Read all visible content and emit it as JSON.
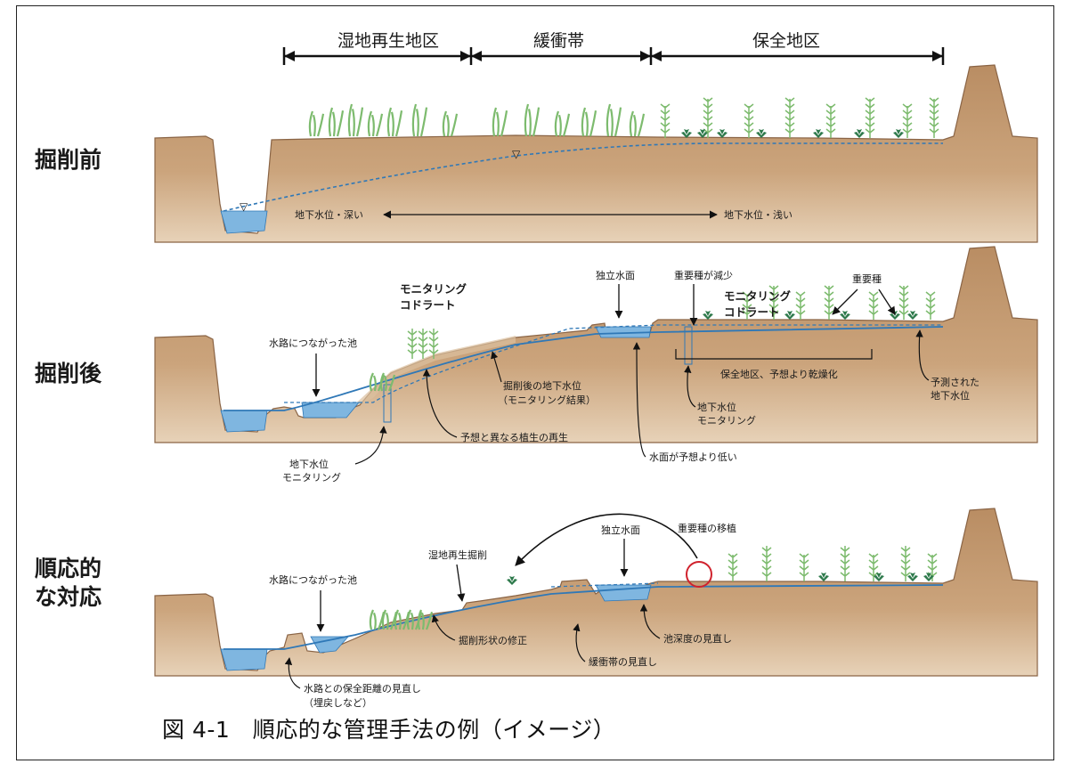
{
  "zones": [
    "湿地再生地区",
    "緩衝帯",
    "保全地区"
  ],
  "stages": {
    "before": "掘削前",
    "after": "掘削後",
    "adaptive_line1": "順応的",
    "adaptive_line2": "な対応"
  },
  "panel1": {
    "gw_deep": "地下水位・深い",
    "gw_shallow": "地下水位・浅い"
  },
  "panel2": {
    "pond_connected": "水路につながった池",
    "monitor_quadrat_1a": "モニタリング",
    "monitor_quadrat_1b": "コドラート",
    "independent_surface": "独立水面",
    "important_decreased": "重要種が減少",
    "monitor_quadrat_2a": "モニタリング",
    "monitor_quadrat_2b": "コドラート",
    "important_species": "重要種",
    "conservation_drying": "保全地区、予想より乾燥化",
    "predicted_gw_1": "予測された",
    "predicted_gw_2": "地下水位",
    "gw_monitor_right_1": "地下水位",
    "gw_monitor_right_2": "モニタリング",
    "gw_after_1": "掘削後の地下水位",
    "gw_after_2": "（モニタリング結果）",
    "veg_unexpected": "予想と異なる植生の再生",
    "water_lower": "水面が予想より低い",
    "gw_monitor_left_1": "地下水位",
    "gw_monitor_left_2": "モニタリング"
  },
  "panel3": {
    "transplant": "重要種の移植",
    "independent_surface": "独立水面",
    "wetland_excavation": "湿地再生掘削",
    "pond_connected": "水路につながった池",
    "pond_depth_review": "池深度の見直し",
    "excavation_shape": "掘削形状の修正",
    "buffer_review": "緩衝帯の見直し",
    "distance_review_1": "水路との保全距離の見直し",
    "distance_review_2": "（埋戻しなど）"
  },
  "caption": "図 4-1　順応的な管理手法の例（イメージ）",
  "colors": {
    "soil": "#c8a07a",
    "soil_light": "#d9b893",
    "soil_edge": "#8a6445",
    "water": "#7fb6e0",
    "gw_line": "#2f78b7",
    "plant": "#7dbb6e",
    "plant_dark": "#2e7a4c",
    "target_circle": "#d0222d"
  }
}
